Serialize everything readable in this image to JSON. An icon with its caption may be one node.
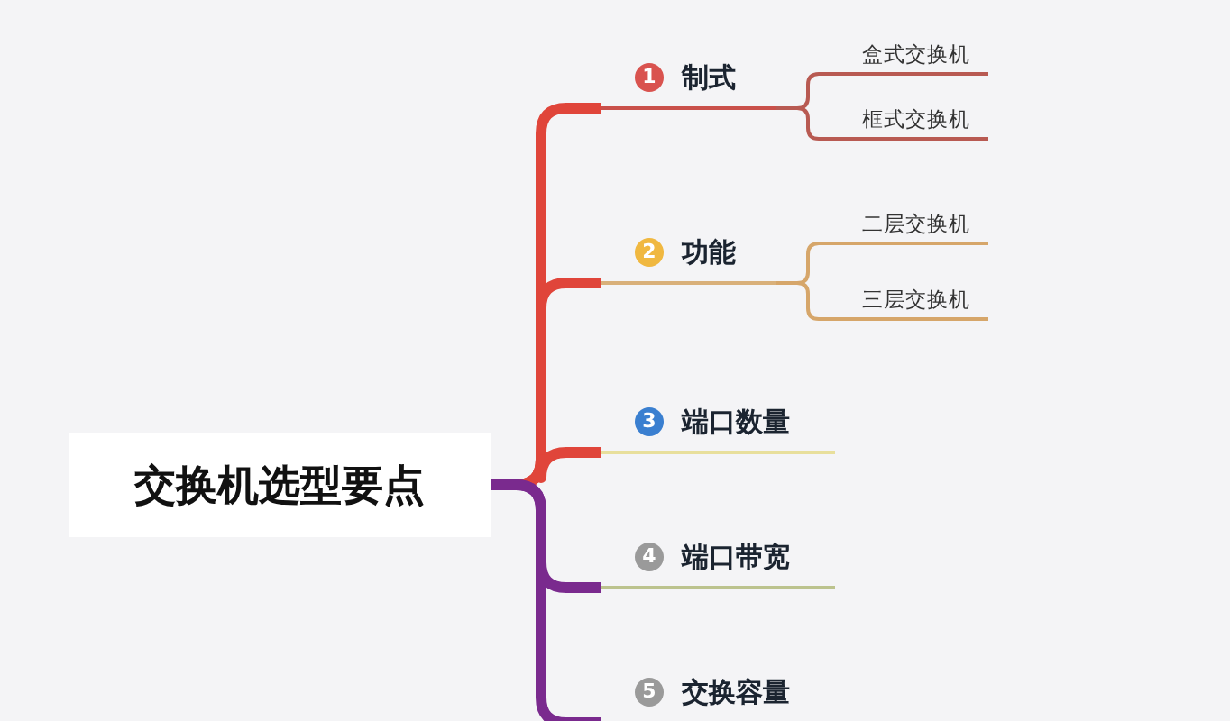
{
  "diagram": {
    "nodes": [
      {
        "text": [
          "交换机选型要点"
        ]
      },
      {
        "text": [
          "1",
          "制式"
        ]
      },
      {
        "text": [
          "盒式交换机"
        ]
      },
      {
        "text": [
          "框式交换机"
        ]
      },
      {
        "text": [
          "2",
          "功能"
        ]
      },
      {
        "text": [
          "二层交换机"
        ]
      },
      {
        "text": [
          "三层交换机"
        ]
      },
      {
        "text": [
          "3",
          "端口数量"
        ]
      },
      {
        "text": [
          "4",
          "端口带宽"
        ]
      },
      {
        "text": [
          "5",
          "交换容量"
        ]
      }
    ],
    "edges": [
      {
        "from": 0,
        "to": 1,
        "arrow": "none",
        "color": "#e0453a"
      },
      {
        "from": 0,
        "to": 4,
        "arrow": "none",
        "color": "#e0453a"
      },
      {
        "from": 0,
        "to": 7,
        "arrow": "none",
        "color": "#e0453a"
      },
      {
        "from": 0,
        "to": 8,
        "arrow": "none",
        "color": "#7a2a8e"
      },
      {
        "from": 0,
        "to": 9,
        "arrow": "none",
        "color": "#7a2a8e"
      },
      {
        "from": 1,
        "to": 2,
        "arrow": "none",
        "color": "#b85a52"
      },
      {
        "from": 1,
        "to": 3,
        "arrow": "none",
        "color": "#b85a52"
      },
      {
        "from": 4,
        "to": 5,
        "arrow": "none",
        "color": "#d6a66a"
      },
      {
        "from": 4,
        "to": 6,
        "arrow": "none",
        "color": "#d6a66a"
      }
    ]
  }
}
